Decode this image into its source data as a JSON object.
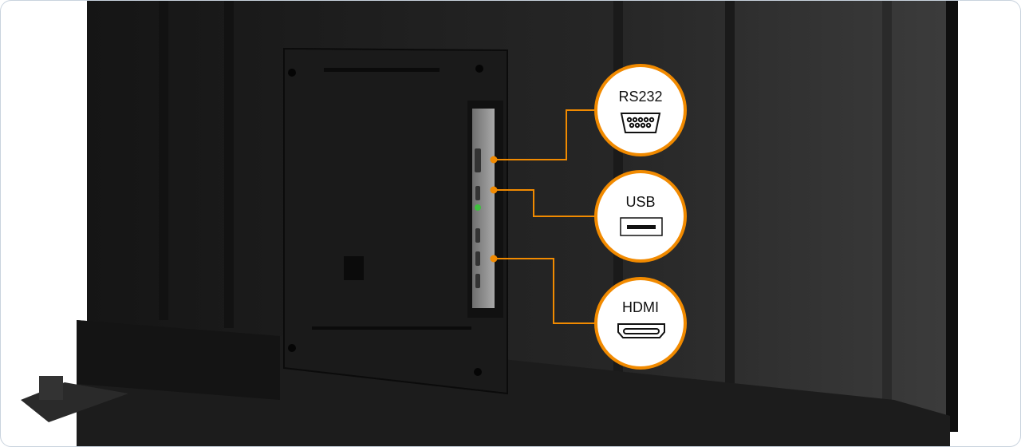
{
  "callouts": [
    {
      "label": "RS232",
      "icon": "db9-serial-port-icon"
    },
    {
      "label": "USB",
      "icon": "usb-port-icon"
    },
    {
      "label": "HDMI",
      "icon": "hdmi-port-icon"
    }
  ],
  "colors": {
    "accent": "#f18a00",
    "tv_body": "#1e1e1e",
    "panel": "#8c8c8c",
    "background": "#ffffff"
  }
}
